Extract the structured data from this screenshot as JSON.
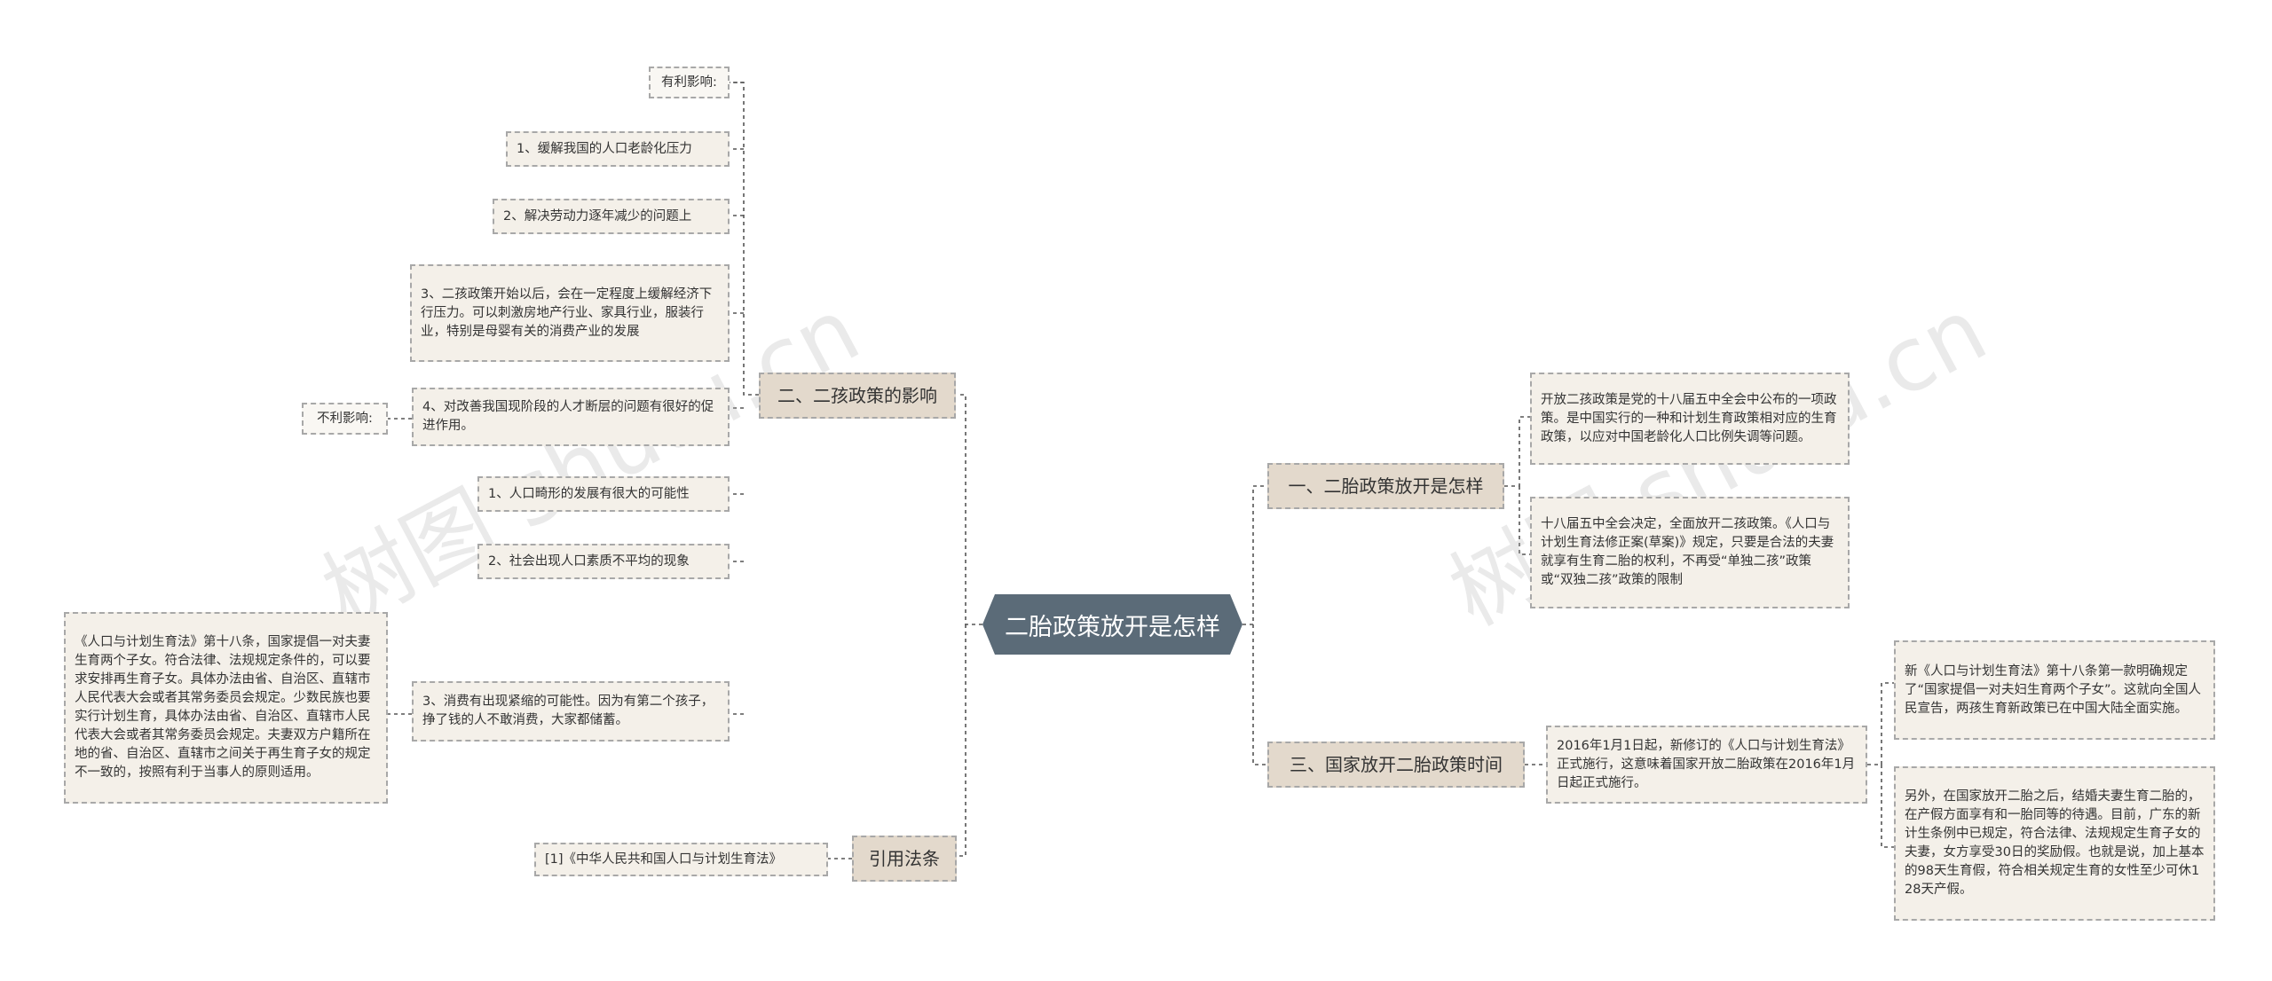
{
  "root": {
    "label": "二胎政策放开是怎样"
  },
  "branches": {
    "b2": "二、二孩政策的影响",
    "b1": "一、二胎政策放开是怎样",
    "b3": "三、国家放开二胎政策时间",
    "b4": "引用法条"
  },
  "left_items": {
    "good_tag": "有利影响:",
    "g1": "1、缓解我国的人口老龄化压力",
    "g2": "2、解决劳动力逐年减少的问题上",
    "g3": "3、二孩政策开始以后，会在一定程度上缓解经济下行压力。可以刺激房地产行业、家具行业，服装行业，特别是母婴有关的消费产业的发展",
    "g4": "4、对改善我国现阶段的人才断层的问题有很好的促进作用。",
    "bad_tag": "不利影响:",
    "n1": "1、人口畸形的发展有很大的可能性",
    "n2": "2、社会出现人口素质不平均的现象",
    "n3": "3、消费有出现紧缩的可能性。因为有第二个孩子，挣了钱的人不敢消费，大家都储蓄。",
    "law_note": "《人口与计划生育法》第十八条，国家提倡一对夫妻生育两个子女。符合法律、法规规定条件的，可以要求安排再生育子女。具体办法由省、自治区、直辖市人民代表大会或者其常务委员会规定。少数民族也要实行计划生育，具体办法由省、自治区、直辖市人民代表大会或者其常务委员会规定。夫妻双方户籍所在地的省、自治区、直辖市之间关于再生育子女的规定不一致的，按照有利于当事人的原则适用。",
    "ref1": "[1]《中华人民共和国人口与计划生育法》"
  },
  "right_items": {
    "r1a": "开放二孩政策是党的十八届五中全会中公布的一项政策。是中国实行的一种和计划生育政策相对应的生育政策，以应对中国老龄化人口比例失调等问题。",
    "r1b": "十八届五中全会决定，全面放开二孩政策。《人口与计划生育法修正案(草案)》规定，只要是合法的夫妻就享有生育二胎的权利，不再受“单独二孩”政策或“双独二孩”政策的限制",
    "r3a": "2016年1月1日起，新修订的《人口与计划生育法》正式施行，这意味着国家开放二胎政策在2016年1月日起正式施行。",
    "r3b": "新《人口与计划生育法》第十八条第一款明确规定了“国家提倡一对夫妇生育两个子女”。这就向全国人民宣告，两孩生育新政策已在中国大陆全面实施。",
    "r3c": "另外，在国家放开二胎之后，结婚夫妻生育二胎的，在产假方面享有和一胎同等的待遇。目前，广东的新计生条例中已规定，符合法律、法规规定生育子女的夫妻，女方享受30日的奖励假。也就是说，加上基本的98天生育假，符合相关规定生育的女性至少可休128天产假。"
  },
  "watermarks": [
    "树图 shutu.cn",
    "树图 shutu.cn"
  ],
  "colors": {
    "root_fill": "#5b6b78",
    "branch_fill": "#e3d9cc",
    "leaf_fill": "#f4f0e9",
    "line": "#666666"
  }
}
